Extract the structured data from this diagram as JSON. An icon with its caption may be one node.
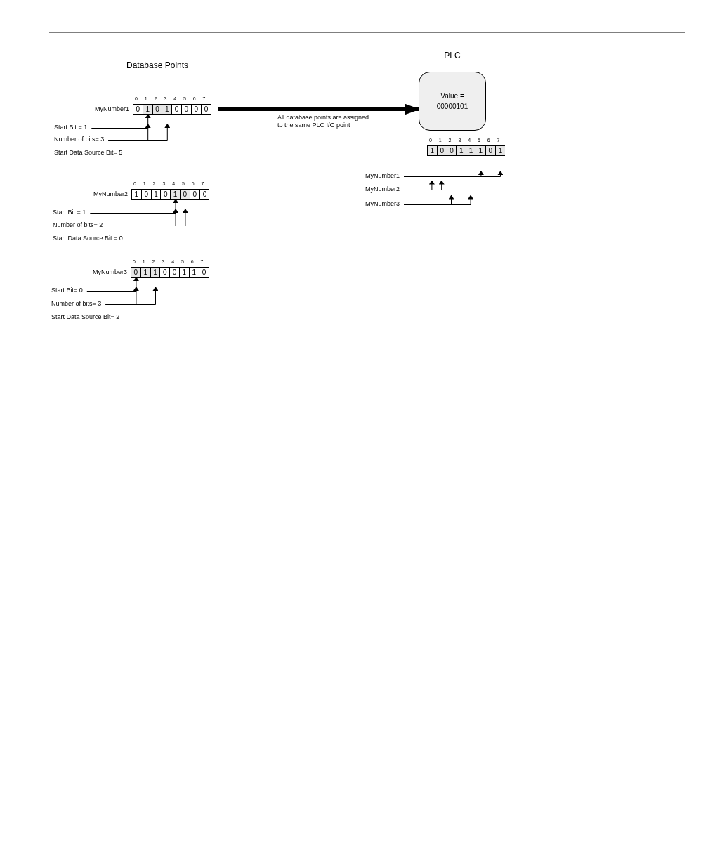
{
  "diagram": {
    "nodes": [
      {
        "text": [],
        "shape": "box",
        "beside": [
          "MyNumber1"
        ]
      },
      {
        "text": [
          "0"
        ],
        "in": 0
      },
      {
        "text": [
          "1"
        ],
        "in": 0
      },
      {
        "text": [
          "0"
        ],
        "in": 0
      },
      {
        "text": [
          "1"
        ],
        "in": 0
      },
      {
        "text": [
          "0"
        ],
        "in": 0
      },
      {
        "text": [
          "0"
        ],
        "in": 0
      },
      {
        "text": [
          "0"
        ],
        "in": 0
      },
      {
        "text": [
          "0"
        ],
        "in": 0
      },
      {
        "text": [
          "Start Bit = 1"
        ]
      },
      {
        "text": [
          "Number of bits= 3"
        ]
      },
      {
        "text": [],
        "shape": "box",
        "beside": [
          "MyNumber2"
        ]
      },
      {
        "text": [
          "1"
        ],
        "in": 11
      },
      {
        "text": [
          "0"
        ],
        "in": 11
      },
      {
        "text": [
          "1"
        ],
        "in": 11
      },
      {
        "text": [
          "0"
        ],
        "in": 11
      },
      {
        "text": [
          "1"
        ],
        "in": 11
      },
      {
        "text": [
          "0"
        ],
        "in": 11
      },
      {
        "text": [
          "0"
        ],
        "in": 11
      },
      {
        "text": [
          "0"
        ],
        "in": 11
      },
      {
        "text": [
          "Start Bit = 1"
        ]
      },
      {
        "text": [
          "Number of bits= 2"
        ]
      },
      {
        "text": [],
        "shape": "box",
        "beside": [
          "MyNumber3"
        ]
      },
      {
        "text": [
          "0"
        ],
        "in": 22
      },
      {
        "text": [
          "1"
        ],
        "in": 22
      },
      {
        "text": [
          "1"
        ],
        "in": 22
      },
      {
        "text": [
          "0"
        ],
        "in": 22
      },
      {
        "text": [
          "0"
        ],
        "in": 22
      },
      {
        "text": [
          "1"
        ],
        "in": 22
      },
      {
        "text": [
          "1"
        ],
        "in": 22
      },
      {
        "text": [
          "0"
        ],
        "in": 22
      },
      {
        "text": [
          "Start Bit= 0"
        ]
      },
      {
        "text": [
          "Number of bits= 3"
        ]
      },
      {
        "text": [
          "PLC",
          "Value = 00000101"
        ]
      },
      {
        "text": [],
        "shape": "box"
      },
      {
        "text": [
          "1"
        ],
        "in": 34
      },
      {
        "text": [
          "0"
        ],
        "in": 34
      },
      {
        "text": [
          "0"
        ],
        "in": 34
      },
      {
        "text": [
          "1"
        ],
        "in": 34
      },
      {
        "text": [
          "1"
        ],
        "in": 34
      },
      {
        "text": [
          "1"
        ],
        "in": 34
      },
      {
        "text": [
          "0"
        ],
        "in": 34
      },
      {
        "text": [
          "1"
        ],
        "in": 34
      },
      {
        "text": [
          "MyNumber1"
        ]
      },
      {
        "text": [
          "MyNumber2"
        ]
      },
      {
        "text": [
          "MyNumber3"
        ]
      }
    ],
    "edges": [
      {
        "from": 0,
        "to": 33,
        "arrow": "to",
        "style": "thick",
        "label": "All database points are assigned to the same PLC I/O point"
      },
      {
        "from": 9,
        "to": 2,
        "arrow": "to"
      },
      {
        "from": 10,
        "to": 2,
        "arrow": "to"
      },
      {
        "from": 10,
        "to": 4,
        "arrow": "to"
      },
      {
        "from": 20,
        "to": 16,
        "arrow": "to"
      },
      {
        "from": 21,
        "to": 16,
        "arrow": "to"
      },
      {
        "from": 21,
        "to": 17,
        "arrow": "to"
      },
      {
        "from": 31,
        "to": 23,
        "arrow": "to"
      },
      {
        "from": 32,
        "to": 23,
        "arrow": "to"
      },
      {
        "from": 32,
        "to": 25,
        "arrow": "to"
      },
      {
        "from": 43,
        "to": 40,
        "arrow": "to"
      },
      {
        "from": 43,
        "to": 42,
        "arrow": "to"
      },
      {
        "from": 44,
        "to": null,
        "arrow": "to"
      },
      {
        "from": 44,
        "to": null,
        "arrow": "to"
      },
      {
        "from": 45,
        "to": null,
        "arrow": "to"
      },
      {
        "from": 45,
        "to": null,
        "arrow": "to"
      }
    ],
    "labels": [
      "Database Points",
      "0",
      "1",
      "2",
      "3",
      "4",
      "5",
      "6",
      "7",
      "Start Data Source Bit= 5",
      "0",
      "1",
      "2",
      "3",
      "4",
      "5",
      "6",
      "7",
      "Start Data Source Bit = 0",
      "0",
      "1",
      "2",
      "3",
      "4",
      "5",
      "6",
      "7",
      "Start Data Source Bit= 2",
      "0",
      "1",
      "2",
      "3",
      "4",
      "5",
      "6",
      "7"
    ]
  }
}
